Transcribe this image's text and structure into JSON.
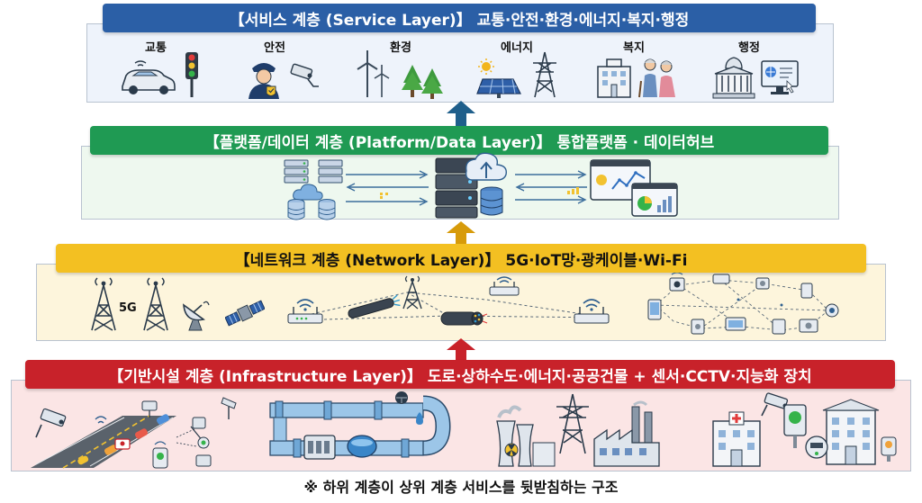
{
  "service_layer": {
    "title": "【서비스 계층 (Service Layer)】 교통·안전·환경·에너지·복지·행정",
    "color": "#2b5fa6",
    "labels": [
      "교통",
      "안전",
      "환경",
      "에너지",
      "복지",
      "행정"
    ]
  },
  "platform_layer": {
    "title": "【플랫폼/데이터 계층 (Platform/Data Layer)】 통합플랫폼 · 데이터허브",
    "color": "#1f9a53"
  },
  "network_layer": {
    "title": "【네트워크 계층 (Network Layer)】 5G·IoT망·광케이블·Wi-Fi",
    "color": "#f3c022",
    "label_5g": "5G"
  },
  "infra_layer": {
    "title": "【기반시설 계층 (Infrastructure Layer)】 도로·상하수도·에너지·공공건물 + 센서·CCTV·지능화 장치",
    "color": "#c8222a"
  },
  "footer": "※ 하위 계층이 상위 계층 서비스를 뒷받침하는 구조",
  "arrows": {
    "blue": "#1f5f8b",
    "yellow": "#d79b0a",
    "red": "#c8222a"
  }
}
